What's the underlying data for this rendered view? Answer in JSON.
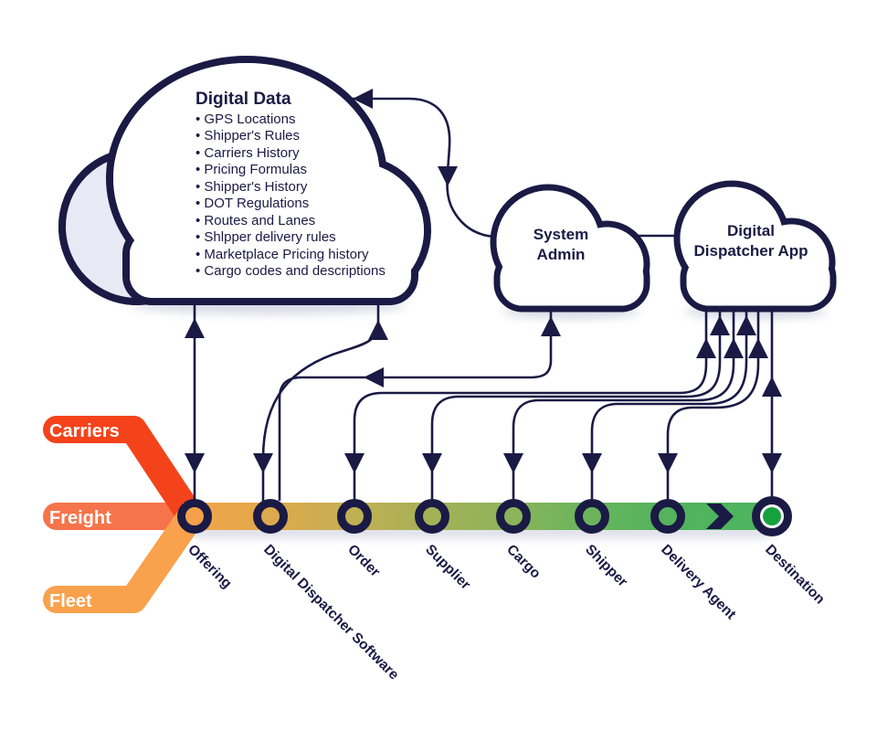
{
  "colors": {
    "navy": "#1A1A45",
    "back_cloud_fill": "#E9E9F6",
    "carriers": "#F4431B",
    "freight": "#F5744C",
    "fleet": "#F9A14C",
    "destination_dot": "#17A13C",
    "bar_stops": [
      "#F6A348",
      "#DFA94C",
      "#C3AF53",
      "#A5B156",
      "#8BB45A",
      "#68B45C",
      "#53B35E",
      "#4CB45F"
    ],
    "node_fills": [
      "#F5A04A",
      "#DCA94E",
      "#BFB054",
      "#A3B257",
      "#8CB45A",
      "#6BB45C",
      "#55B35E"
    ]
  },
  "clouds": {
    "digital_data": {
      "title": "Digital Data",
      "items": [
        "• GPS Locations",
        "• Shipper's Rules",
        "• Carriers History",
        "• Pricing Formulas",
        "• Shipper's History",
        "• DOT Regulations",
        "• Routes and Lanes",
        "• Shlpper delivery rules",
        "• Marketplace Pricing history",
        "• Cargo codes and descriptions"
      ]
    },
    "system_admin": {
      "line1": "System",
      "line2": "Admin"
    },
    "dispatcher_app": {
      "line1": "Digital",
      "line2": "Dispatcher App"
    }
  },
  "ribbons": {
    "carriers": "Carriers",
    "freight": "Freight",
    "fleet": "Fleet"
  },
  "timeline": {
    "nodes": [
      {
        "label": "Offering"
      },
      {
        "label": "Digital Dispatcher Software"
      },
      {
        "label": "Order"
      },
      {
        "label": "Supplier"
      },
      {
        "label": "Cargo"
      },
      {
        "label": "Shipper"
      },
      {
        "label": "Delivery Agent"
      },
      {
        "label": "Destination"
      }
    ]
  }
}
